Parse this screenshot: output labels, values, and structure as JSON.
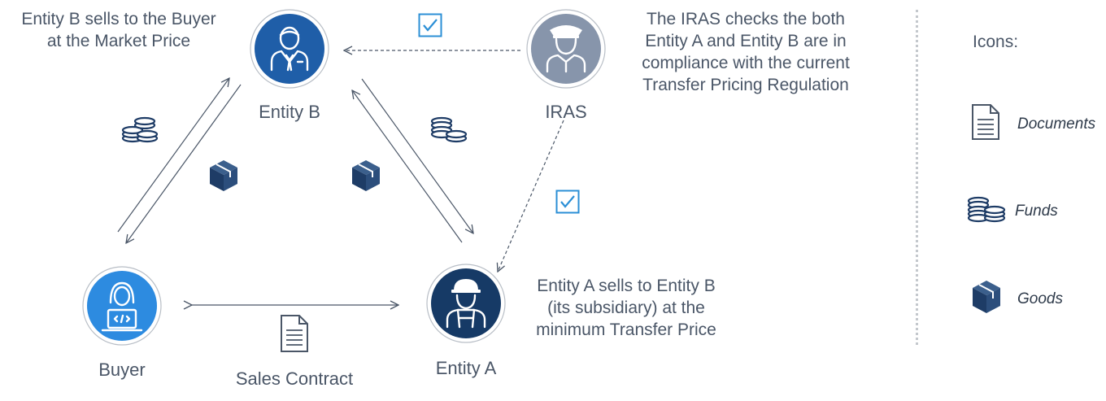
{
  "nodes": {
    "entity_b": {
      "label": "Entity B"
    },
    "iras": {
      "label": "IRAS"
    },
    "buyer": {
      "label": "Buyer"
    },
    "entity_a": {
      "label": "Entity A"
    }
  },
  "notes": {
    "entity_b": [
      "Entity B sells to the Buyer",
      "at the Market Price"
    ],
    "iras": [
      "The IRAS checks the both",
      "Entity A and Entity B are in",
      "compliance with the current",
      "Transfer Pricing Regulation"
    ],
    "entity_a": [
      "Entity A sells to Entity B",
      "(its subsidiary) at the",
      "minimum Transfer Price"
    ]
  },
  "contract_label": "Sales Contract",
  "legend": {
    "title": "Icons:",
    "items": [
      {
        "icon": "document-icon",
        "label": "Documents"
      },
      {
        "icon": "coins-icon",
        "label": "Funds"
      },
      {
        "icon": "box-icon",
        "label": "Goods"
      }
    ]
  },
  "colors": {
    "entity_b": "#1f5ea8",
    "iras": "#8795ab",
    "buyer": "#2d8be0",
    "entity_a": "#163a66",
    "icon_dark": "#1e3c66",
    "check": "#2b8fd6",
    "text": "#4a5667"
  }
}
